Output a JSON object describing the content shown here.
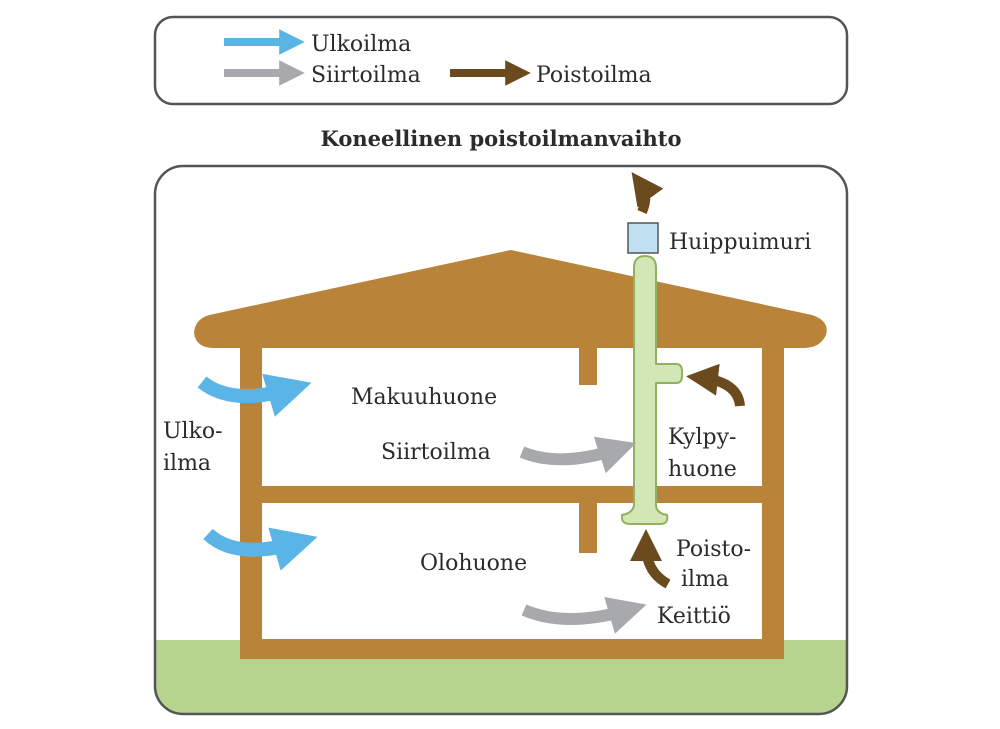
{
  "legend": {
    "outdoor_air": "Ulkoilma",
    "transfer_air": "Siirtoilma",
    "exhaust_air": "Poistoilma"
  },
  "title": "Koneellinen poistoilmanvaihto",
  "labels": {
    "roof_fan": "Huippuimuri",
    "bedroom": "Makuuhuone",
    "transfer_air": "Siirtoilma",
    "outdoor_air_line1": "Ulko-",
    "outdoor_air_line2": "ilma",
    "bathroom_line1": "Kylpy-",
    "bathroom_line2": "huone",
    "living_room": "Olohuone",
    "exhaust_air_line1": "Poisto-",
    "exhaust_air_line2": "ilma",
    "kitchen": "Keittiö"
  },
  "colors": {
    "outdoor_air": "#5ab4e5",
    "transfer_air": "#a7a9ac",
    "exhaust_air": "#6b4a1e",
    "house": "#b9843a",
    "duct": "#d3e6b5",
    "roof_fan": "#bfe1f1",
    "ground": "#b7d48f",
    "frame": "#555555"
  }
}
